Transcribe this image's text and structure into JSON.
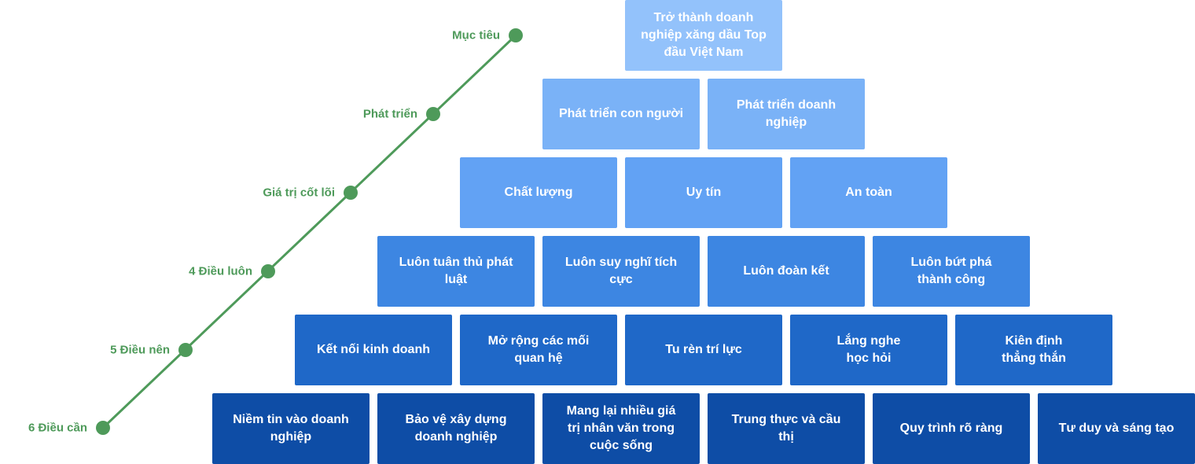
{
  "colors": {
    "timeline": "#4e9a5a",
    "levels": [
      "#93c2fb",
      "#7ab2f7",
      "#62a2f4",
      "#3d86e2",
      "#1f68c8",
      "#0e4da6"
    ]
  },
  "timeline": {
    "labels": [
      "Mục tiêu",
      "Phát triển",
      "Giá trị cốt lõi",
      "4 Điều luôn",
      "5 Điều nên",
      "6 Điều cần"
    ]
  },
  "pyramid": {
    "levels": [
      {
        "items": [
          "Trở thành doanh\nnghiệp xăng dầu Top\nđầu Việt Nam"
        ]
      },
      {
        "items": [
          "Phát triển con người",
          "Phát triển doanh\nnghiệp"
        ]
      },
      {
        "items": [
          "Chất lượng",
          "Uy tín",
          "An toàn"
        ]
      },
      {
        "items": [
          "Luôn tuân thủ phát\nluật",
          "Luôn suy nghĩ tích\ncực",
          "Luôn đoàn kết",
          "Luôn bứt phá\nthành công"
        ]
      },
      {
        "items": [
          "Kết nối kinh doanh",
          "Mở rộng các mối\nquan hệ",
          "Tu rèn trí lực",
          "Lắng nghe\nhọc hỏi",
          "Kiên định\nthẳng thắn"
        ]
      },
      {
        "items": [
          "Niềm tin vào doanh\nnghiệp",
          "Bảo vệ xây dựng\ndoanh nghiệp",
          "Mang lại nhiều giá\ntrị nhân văn trong\ncuộc sống",
          "Trung thực và cầu\nthị",
          "Quy trình rõ ràng",
          "Tư duy và sáng tạo"
        ]
      }
    ]
  }
}
